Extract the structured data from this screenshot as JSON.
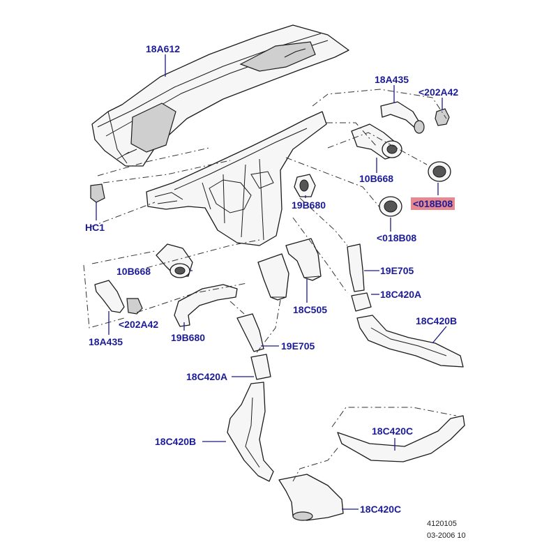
{
  "labels": {
    "dash_panel": "18A612",
    "upper_rh_duct": "18A435",
    "upper_rh_clip": "<202A42",
    "rh_vent_duct": "10B668",
    "rh_vent_bezel": "<018B08",
    "rh_vent_bezel_hl": "<018B08",
    "lh_clip": "HC1",
    "center_duct": "19B680",
    "lh_vent_duct": "10B668",
    "lh_lower_duct": "18A435",
    "lh_lower_clip": "<202A42",
    "lh_side_duct": "19B680",
    "center_connector": "18C505",
    "rh_riser": "19E705",
    "rh_connector": "18C420A",
    "rh_floor_duct": "18C420B",
    "lh_riser": "19E705",
    "lh_connector": "18C420A",
    "lh_floor_duct": "18C420B",
    "rear_duct_rh": "18C420C",
    "rear_duct_lh": "18C420C"
  },
  "highlight_color": "#e8888f",
  "label_color": "#1b1b9a",
  "footer": {
    "drawing_number": "4120105",
    "date_code": "03-2006 10"
  }
}
